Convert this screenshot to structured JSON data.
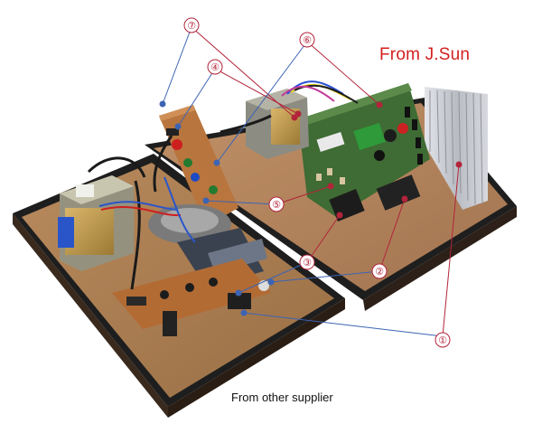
{
  "captions": {
    "top_right": "From J.Sun",
    "bottom": "From other supplier"
  },
  "callouts": [
    "①",
    "②",
    "③",
    "④",
    "⑤",
    "⑥",
    "⑦"
  ],
  "colors": {
    "label_red": "#d41f1f",
    "callout_line_red": "#b2243a",
    "callout_line_blue": "#3c64b4",
    "pcb_green": "#3f6b34",
    "board_brown": "#a97b50",
    "board_edge": "#2a2a2a",
    "heatsink": "#c9ccd2"
  }
}
